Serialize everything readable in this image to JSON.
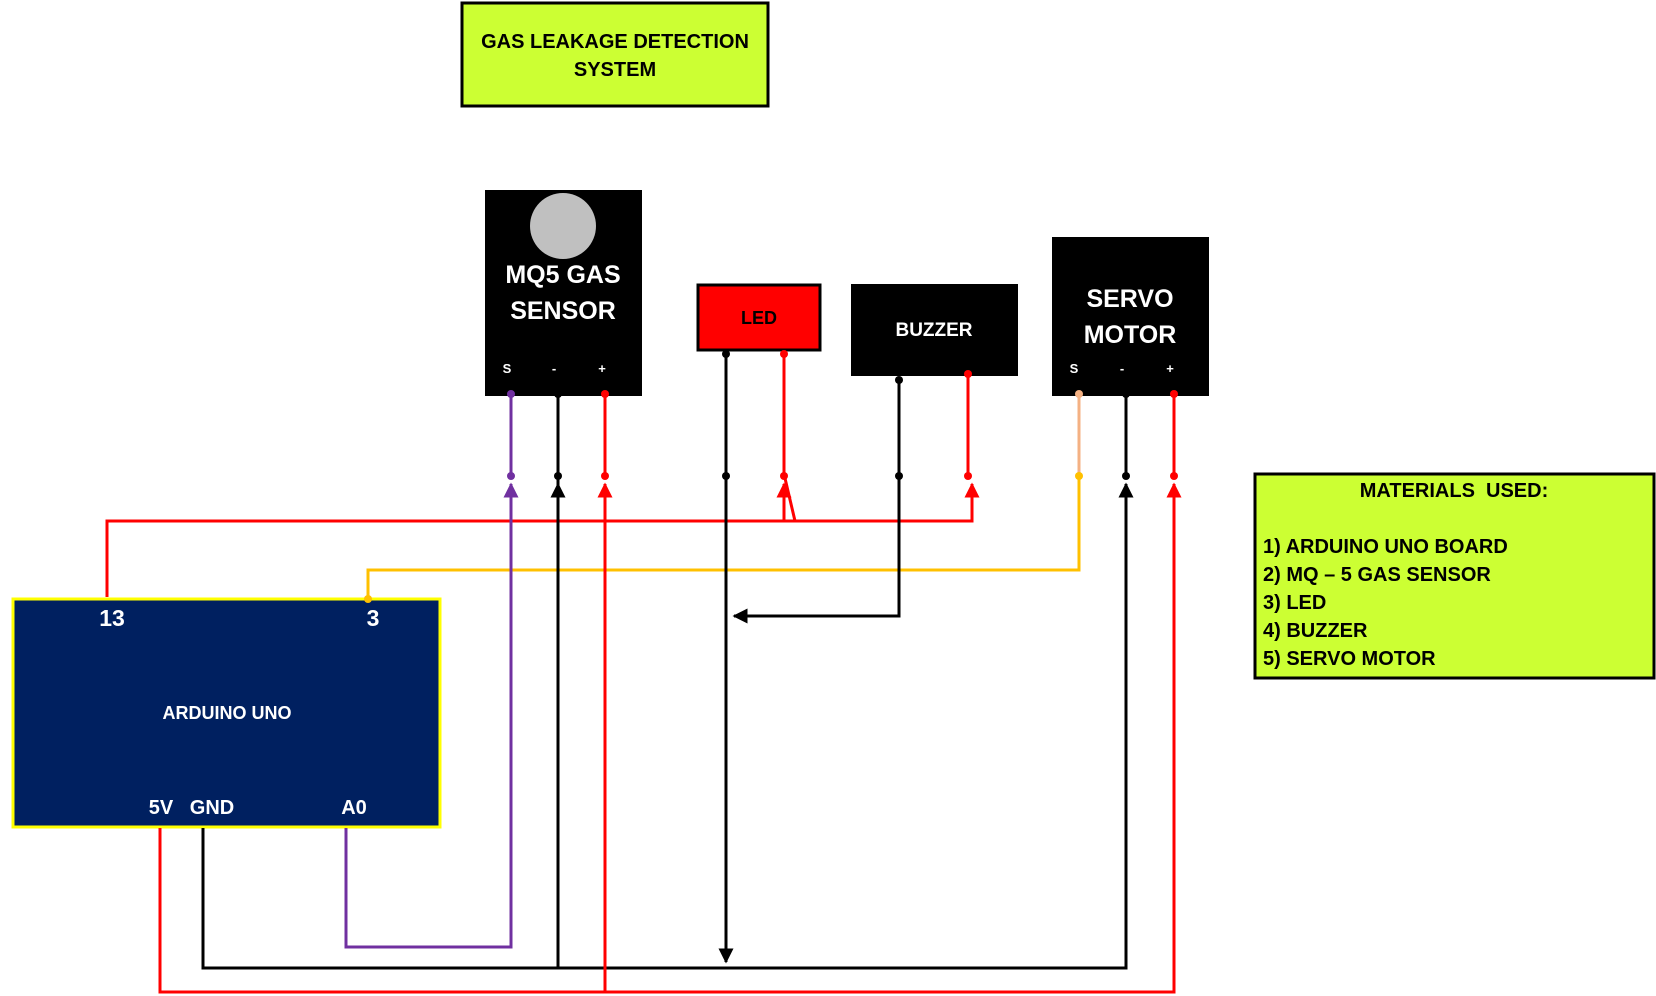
{
  "title": {
    "line1": "GAS LEAKAGE DETECTION",
    "line2": "SYSTEM"
  },
  "components": {
    "mq5": {
      "line1": "MQ5 GAS",
      "line2": "SENSOR",
      "pin_s": "S",
      "pin_minus": "-",
      "pin_plus": "+"
    },
    "led": {
      "label": "LED"
    },
    "buzzer": {
      "label": "BUZZER"
    },
    "servo": {
      "line1": "SERVO",
      "line2": "MOTOR",
      "pin_s": "S",
      "pin_minus": "-",
      "pin_plus": "+"
    },
    "arduino": {
      "label": "ARDUINO UNO",
      "pin_13": "13",
      "pin_3": "3",
      "pin_5v": "5V",
      "pin_gnd": "GND",
      "pin_a0": "A0"
    }
  },
  "materials": {
    "heading": "MATERIALS  USED:",
    "items": [
      "1) ARDUINO UNO BOARD",
      "2) MQ – 5 GAS SENSOR",
      "3) LED",
      "4) BUZZER",
      "5) SERVO MOTOR"
    ]
  },
  "colors": {
    "box_fill": "#ccff33",
    "module_fill": "#000000",
    "led_fill": "#ff0000",
    "arduino_fill": "#002060",
    "arduino_border": "#ffff00",
    "wire_power": "#ff0000",
    "wire_ground": "#000000",
    "wire_signal_mq5": "#7030a0",
    "wire_signal_servo": "#ffc000",
    "sensor_dome": "#c0c0c0"
  }
}
